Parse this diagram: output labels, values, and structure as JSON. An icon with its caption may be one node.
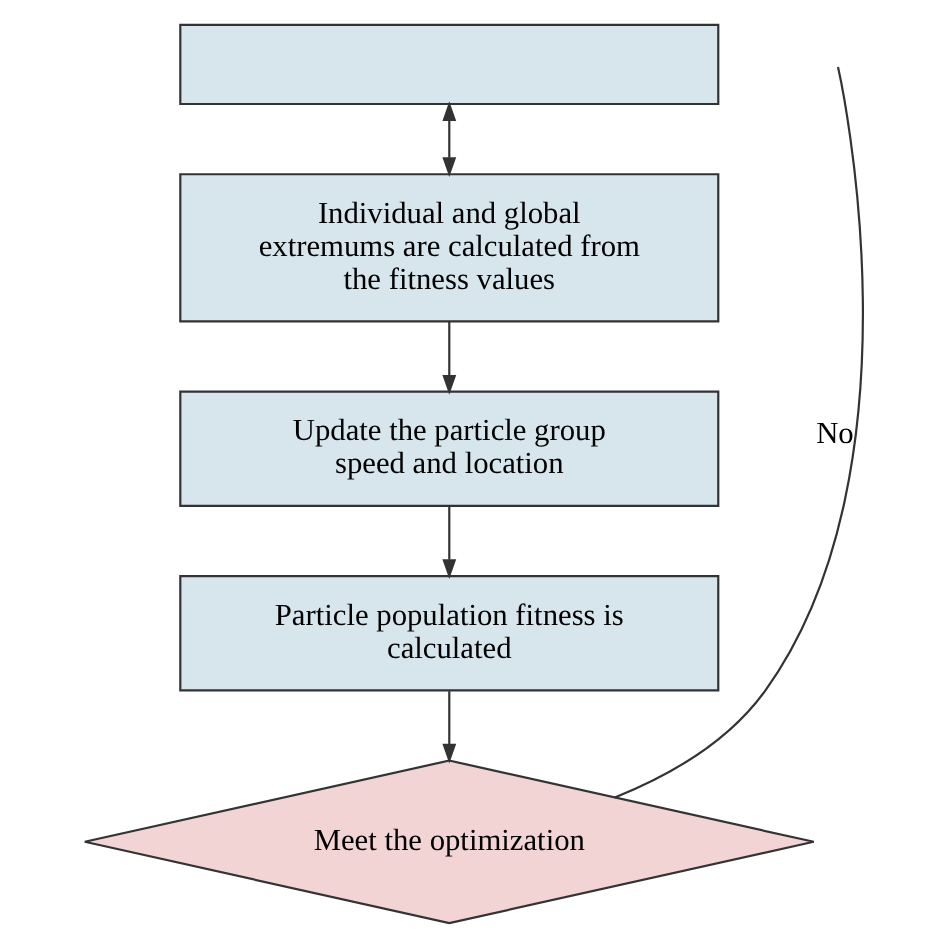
{
  "diagram": {
    "nodes": [
      {
        "text": [],
        "shape": "box"
      },
      {
        "text": [
          "Individual and global extremums are calculated from the fitness values"
        ]
      },
      {
        "text": [
          "Update the particle group speed and location"
        ]
      },
      {
        "text": [
          "Particle population fitness is calculated"
        ]
      },
      {
        "text": [
          "Meet the optimization"
        ]
      }
    ],
    "edges": [
      {
        "from": 0,
        "to": 1,
        "arrow": "both"
      },
      {
        "from": 1,
        "to": 2,
        "arrow": "to"
      },
      {
        "from": 2,
        "to": 3,
        "arrow": "to"
      },
      {
        "from": 3,
        "to": 4,
        "arrow": "to"
      },
      {
        "from": 4,
        "to": null,
        "arrow": "none",
        "label": "No"
      }
    ]
  }
}
